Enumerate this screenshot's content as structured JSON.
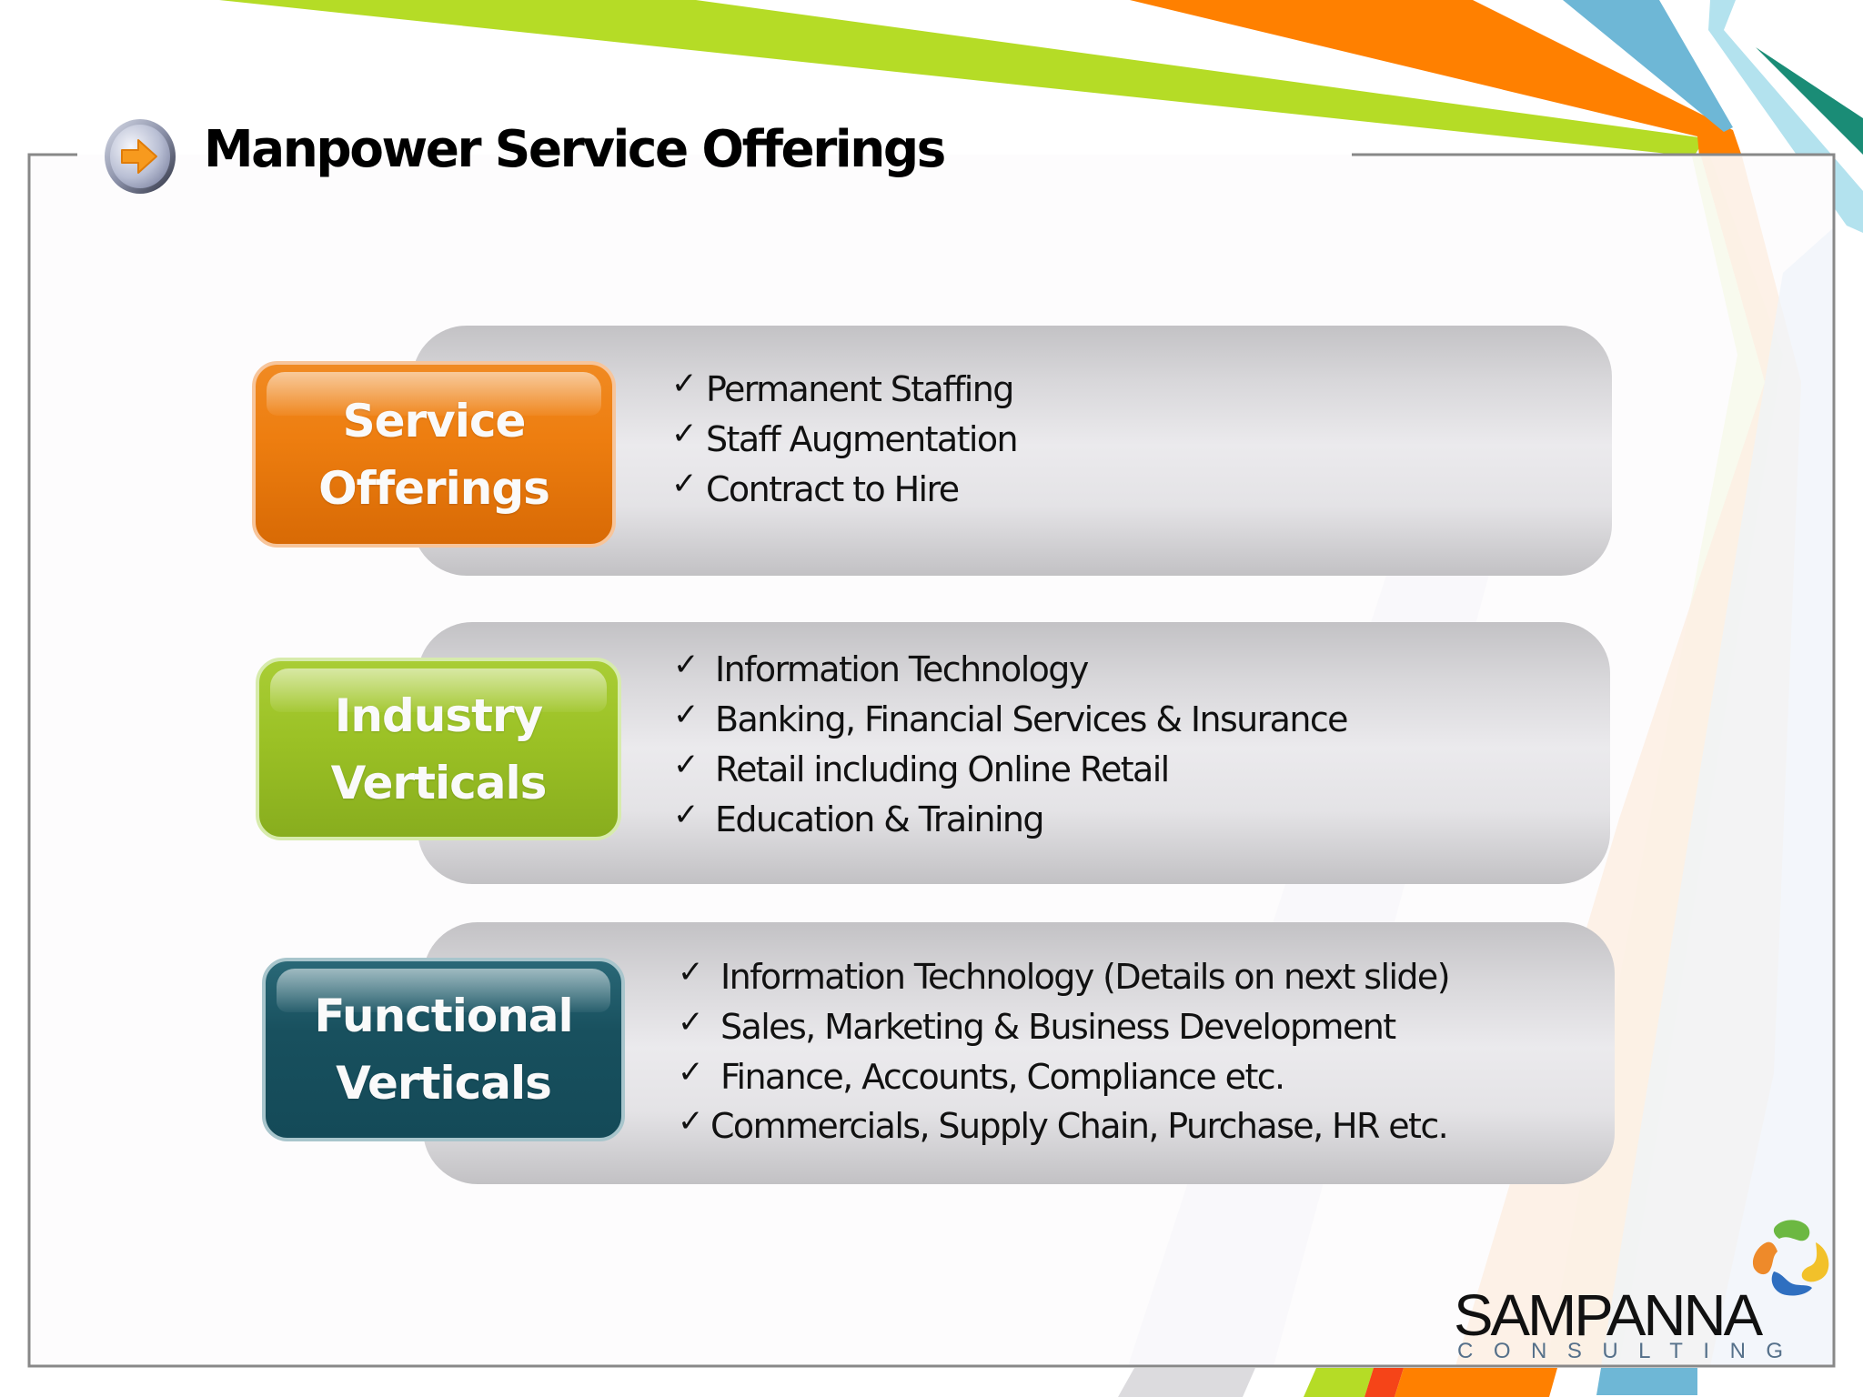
{
  "slide": {
    "title": "Manpower Service Offerings",
    "title_icon": "arrow-right-circle-icon"
  },
  "sections": [
    {
      "label_line1": "Service",
      "label_line2": "Offerings",
      "color": "#ee7e10",
      "items": [
        "Permanent Staffing",
        "Staff Augmentation",
        "Contract to Hire"
      ]
    },
    {
      "label_line1": "Industry",
      "label_line2": "Verticals",
      "color": "#9bc125",
      "items": [
        "Information Technology",
        "Banking, Financial Services & Insurance",
        "Retail including Online Retail",
        "Education & Training"
      ]
    },
    {
      "label_line1": "Functional",
      "label_line2": "Verticals",
      "color": "#18505e",
      "items": [
        "Information Technology (Details on next slide)",
        "Sales, Marketing & Business Development",
        "Finance, Accounts, Compliance etc.",
        "Commercials, Supply Chain, Purchase, HR etc."
      ]
    }
  ],
  "check_glyph": "✓",
  "logo": {
    "name": "SAMPANNA",
    "subtitle": "CONSULTING",
    "icon": "four-petal-logo-icon",
    "colors": {
      "green": "#6cb842",
      "orange": "#ee8a2a",
      "yellow": "#f2c12a",
      "blue": "#2f6fc0"
    }
  },
  "theme": {
    "stripe_green": "#b5dc26",
    "stripe_orange": "#ff8000",
    "stripe_blue": "#6eb7d6",
    "stripe_lightblue": "#b3e2ee",
    "stripe_teal": "#1a8c76",
    "stripe_red": "#f54418",
    "stripe_gray": "#dcdbde",
    "frame": "#888888"
  }
}
